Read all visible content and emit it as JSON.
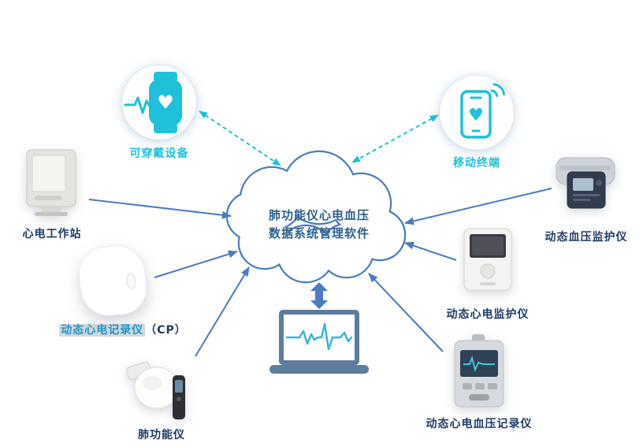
{
  "cloud": {
    "line1": "肺功能仪心电血压",
    "line2": "数据系统管理软件"
  },
  "nodes": {
    "wearable": {
      "label": "可穿戴设备",
      "icon": "smartwatch-heart-icon"
    },
    "mobile": {
      "label": "移动终端",
      "icon": "smartphone-heart-wifi-icon"
    },
    "workstation": {
      "label": "心电工作站",
      "icon": "ecg-workstation-device"
    },
    "holter": {
      "label": "动态心电记录仪",
      "suffix": "（CP）",
      "icon": "holter-recorder-device"
    },
    "spirometer": {
      "label": "肺功能仪",
      "icon": "spirometer-device"
    },
    "abp_monitor": {
      "label": "动态血压监护仪",
      "icon": "bp-monitor-device"
    },
    "ecg_monitor": {
      "label": "动态心电监护仪",
      "icon": "ecg-monitor-device"
    },
    "ecg_bp_recorder": {
      "label": "动态心电血压记录仪",
      "icon": "ecg-bp-recorder-device"
    },
    "laptop": {
      "icon": "laptop-ecg-waveform-icon"
    }
  },
  "colors": {
    "teal": "#1EC1D9",
    "blue": "#4A7CBE",
    "label": "#1F3B63",
    "cloud_text": "#2D5F8F",
    "holter_label": "#2196C9"
  }
}
